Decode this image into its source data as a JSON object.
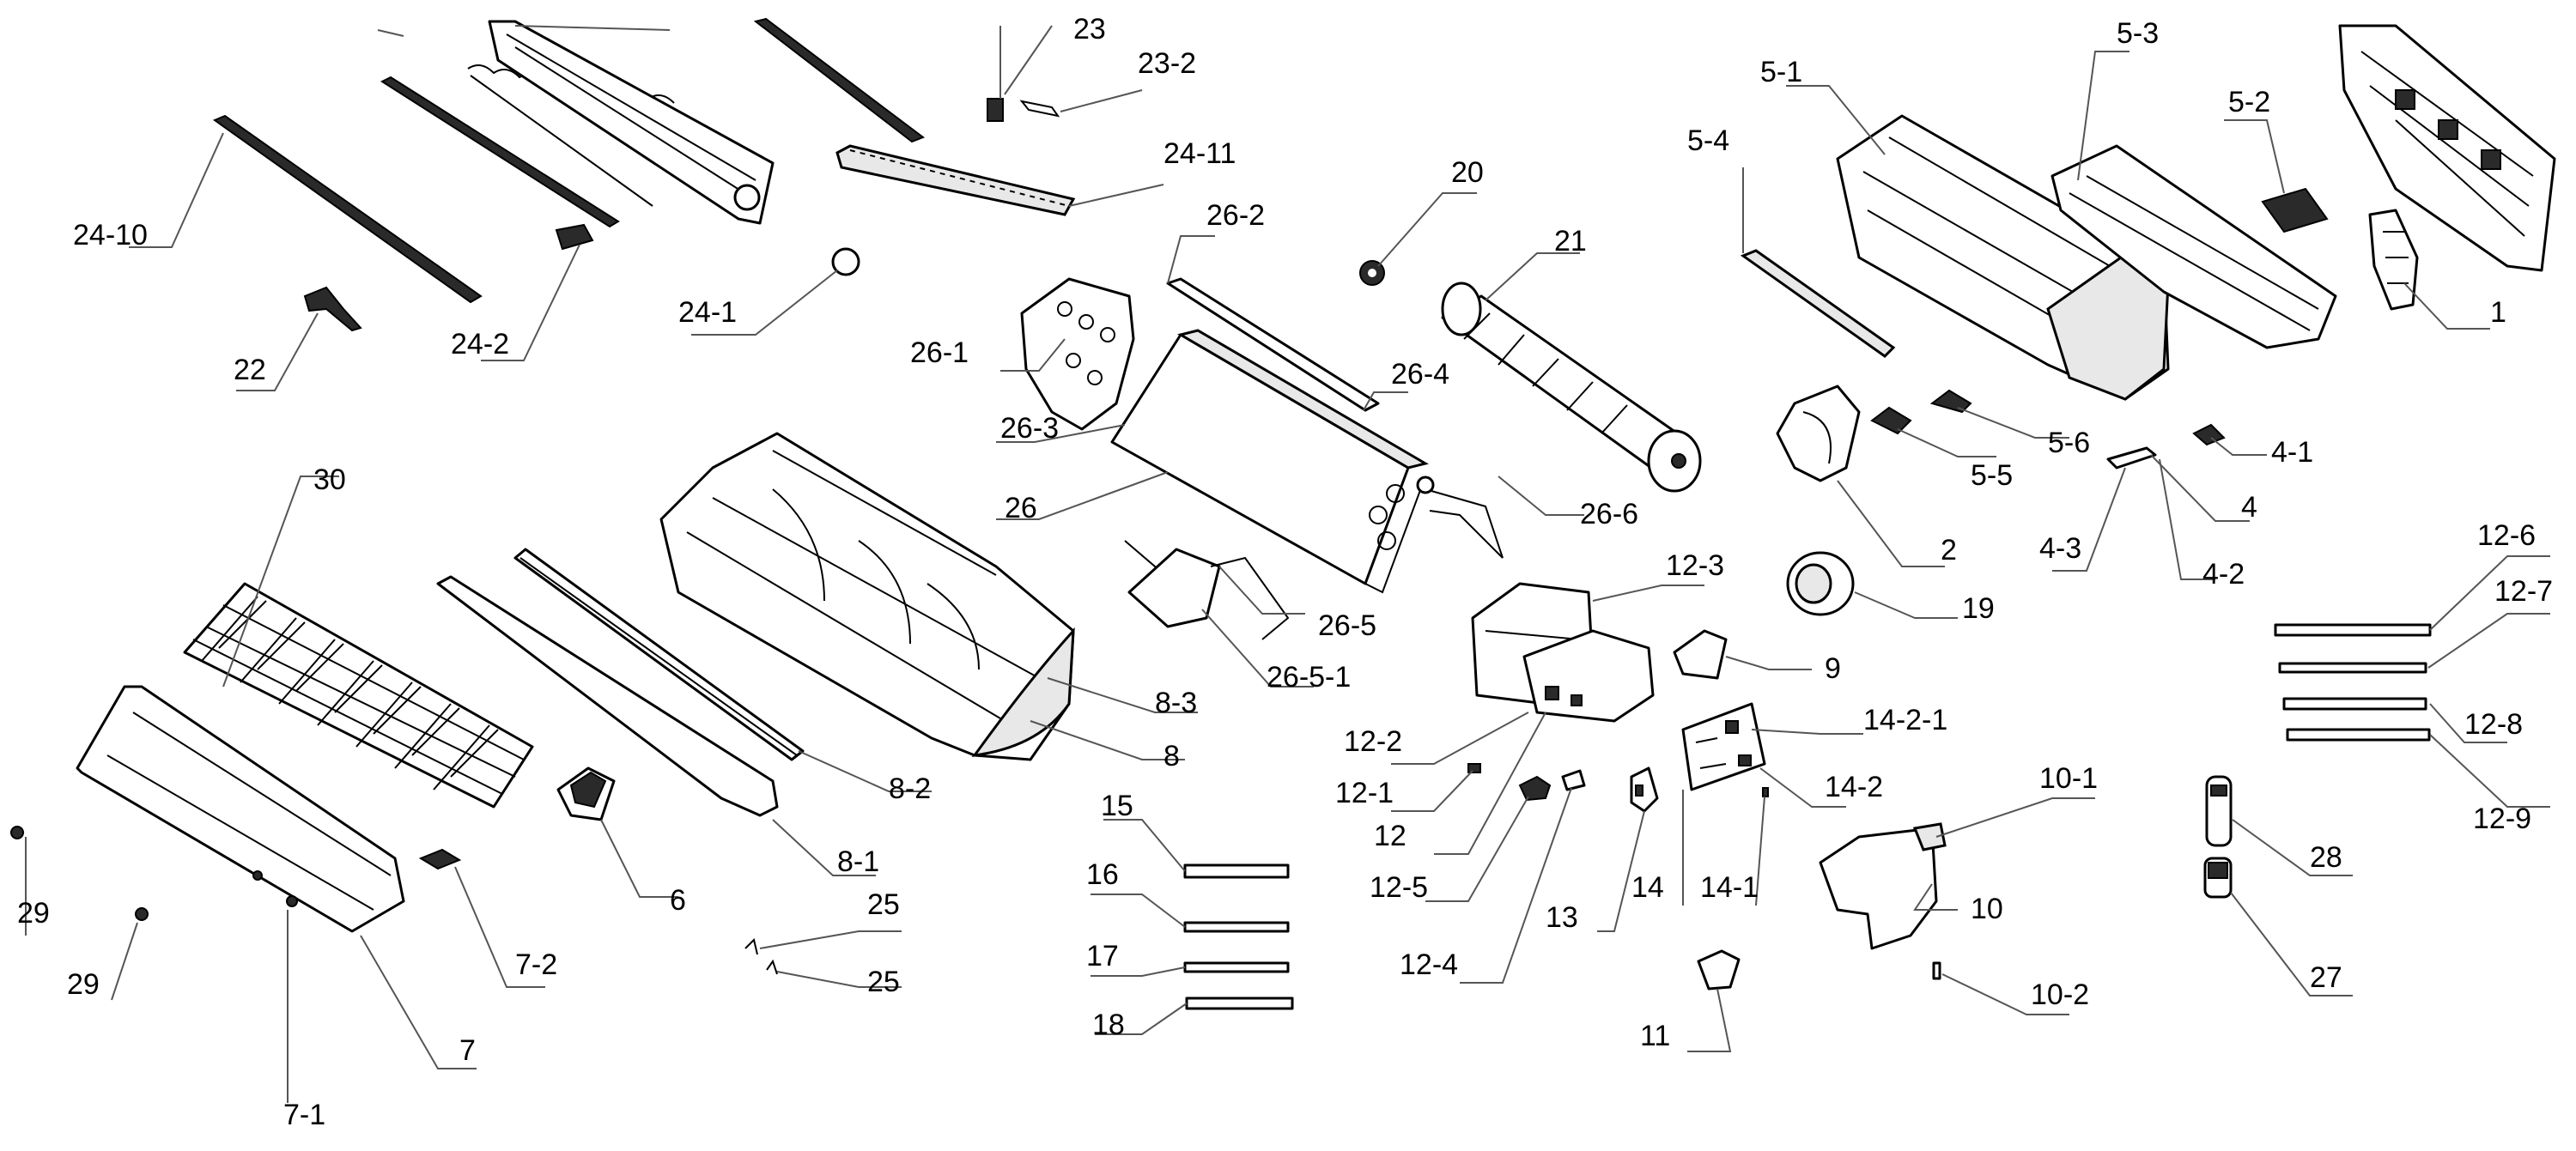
{
  "callouts": {
    "c24_10": "24-10",
    "c24_1": "24-1",
    "c24_2": "24-2",
    "c22": "22",
    "c23": "23",
    "c23_2": "23-2",
    "c24_11": "24-11",
    "c26_2": "26-2",
    "c26_1": "26-1",
    "c26_3": "26-3",
    "c26_4": "26-4",
    "c26": "26",
    "c26_5": "26-5",
    "c26_5_1": "26-5-1",
    "c26_6": "26-6",
    "c20": "20",
    "c21": "21",
    "c30": "30",
    "c8_3": "8-3",
    "c8": "8",
    "c8_2": "8-2",
    "c8_1": "8-1",
    "c6": "6",
    "c7_2": "7-2",
    "c7": "7",
    "c7_1": "7-1",
    "c29a": "29",
    "c29b": "29",
    "c25a": "25",
    "c25b": "25",
    "c15": "15",
    "c16": "16",
    "c17": "17",
    "c18": "18",
    "c5_1": "5-1",
    "c5_3": "5-3",
    "c5_2": "5-2",
    "c5_4": "5-4",
    "c1": "1",
    "c5_5": "5-5",
    "c5_6": "5-6",
    "c4_1": "4-1",
    "c4": "4",
    "c4_2": "4-2",
    "c4_3": "4-3",
    "c2": "2",
    "c19": "19",
    "c12_3": "12-3",
    "c9": "9",
    "c12_2": "12-2",
    "c12_1": "12-1",
    "c12": "12",
    "c12_5": "12-5",
    "c12_4": "12-4",
    "c13": "13",
    "c14": "14",
    "c14_1": "14-1",
    "c14_2": "14-2",
    "c14_2_1": "14-2-1",
    "c10_1": "10-1",
    "c10": "10",
    "c10_2": "10-2",
    "c11": "11",
    "c12_6": "12-6",
    "c12_7": "12-7",
    "c12_8": "12-8",
    "c12_9": "12-9",
    "c28": "28",
    "c27": "27"
  }
}
